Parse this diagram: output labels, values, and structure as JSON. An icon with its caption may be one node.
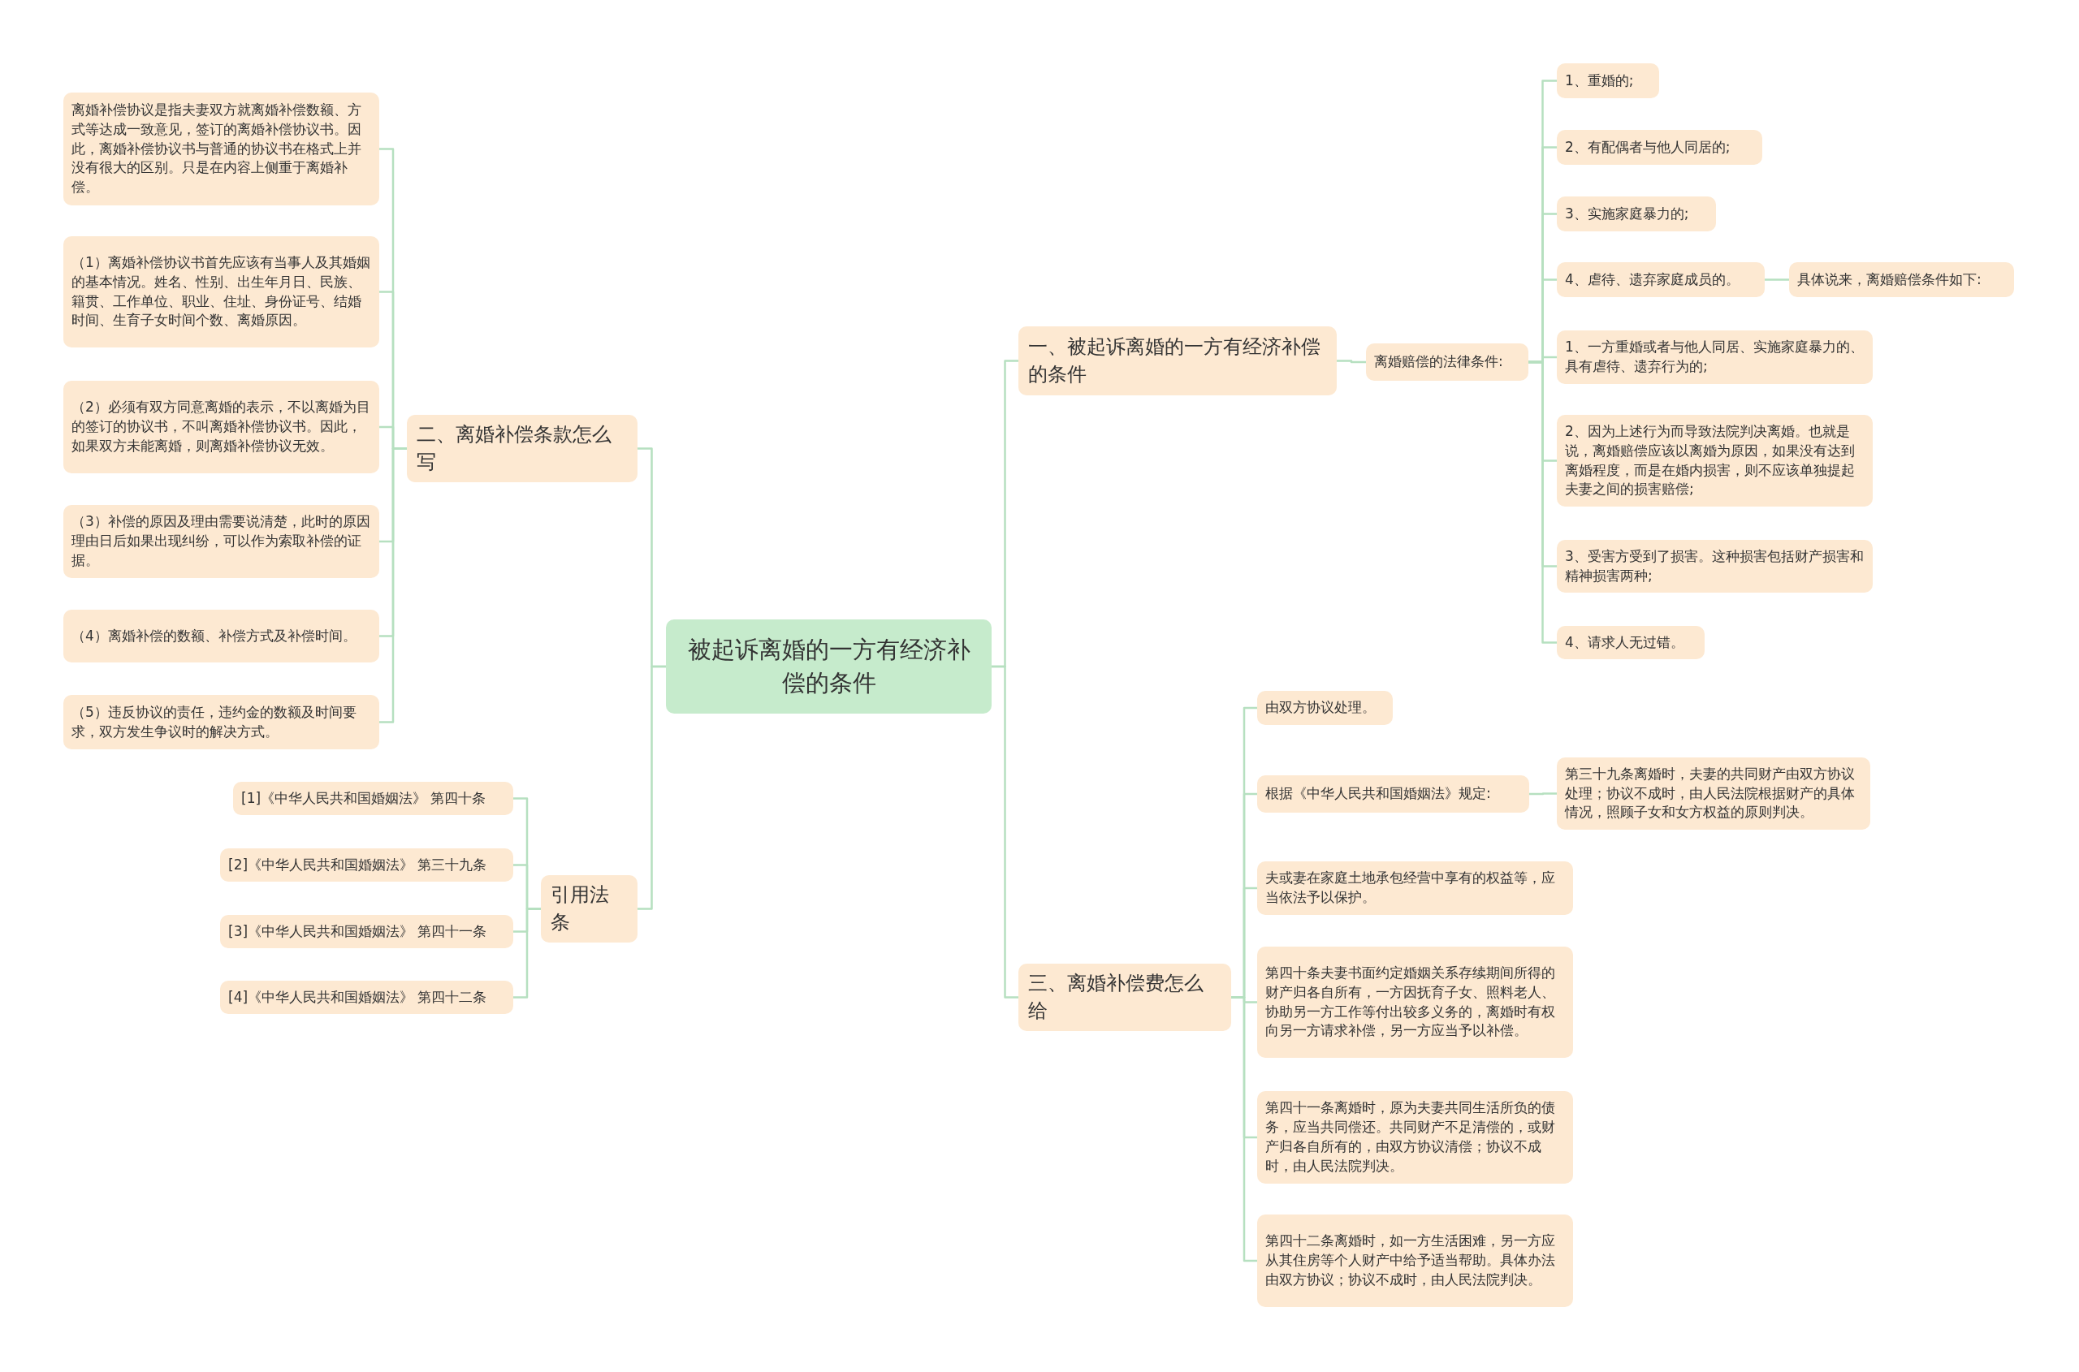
{
  "diagram": {
    "nodes": [
      {
        "text": [
          "被起诉离婚的一方有经济补偿的条件"
        ]
      },
      {
        "text": [
          "一、被起诉离婚的一方有经济补偿的条件"
        ]
      },
      {
        "text": [
          "离婚赔偿的法律条件:"
        ]
      },
      {
        "text": [
          "1、重婚的;"
        ]
      },
      {
        "text": [
          "2、有配偶者与他人同居的;"
        ]
      },
      {
        "text": [
          "3、实施家庭暴力的;"
        ]
      },
      {
        "text": [
          "4、虐待、遗弃家庭成员的。"
        ]
      },
      {
        "text": [
          "具体说来，离婚赔偿条件如下:"
        ]
      },
      {
        "text": [
          "1、一方重婚或者与他人同居、实施家庭暴力的、具有虐待、遗弃行为的;"
        ]
      },
      {
        "text": [
          "2、因为上述行为而导致法院判决离婚。也就是说，离婚赔偿应该以离婚为原因，如果没有达到离婚程度，而是在婚内损害，则不应该单独提起夫妻之间的损害赔偿;"
        ]
      },
      {
        "text": [
          "3、受害方受到了损害。这种损害包括财产损害和精神损害两种;"
        ]
      },
      {
        "text": [
          "4、请求人无过错。"
        ]
      },
      {
        "text": [
          "三、离婚补偿费怎么给"
        ]
      },
      {
        "text": [
          "由双方协议处理。"
        ]
      },
      {
        "text": [
          "根据《中华人民共和国婚姻法》规定:"
        ]
      },
      {
        "text": [
          "第三十九条离婚时，夫妻的共同财产由双方协议处理；协议不成时，由人民法院根据财产的具体情况，照顾子女和女方权益的原则判决。"
        ]
      },
      {
        "text": [
          "夫或妻在家庭土地承包经营中享有的权益等，应当依法予以保护。"
        ]
      },
      {
        "text": [
          "第四十条夫妻书面约定婚姻关系存续期间所得的财产归各自所有，一方因抚育子女、照料老人、协助另一方工作等付出较多义务的，离婚时有权向另一方请求补偿，另一方应当予以补偿。"
        ]
      },
      {
        "text": [
          "第四十一条离婚时，原为夫妻共同生活所负的债务，应当共同偿还。共同财产不足清偿的，或财产归各自所有的，由双方协议清偿；协议不成时，由人民法院判决。"
        ]
      },
      {
        "text": [
          "第四十二条离婚时，如一方生活困难，另一方应从其住房等个人财产中给予适当帮助。具体办法由双方协议；协议不成时，由人民法院判决。"
        ]
      },
      {
        "text": [
          "二、离婚补偿条款怎么写"
        ]
      },
      {
        "text": [
          "离婚补偿协议是指夫妻双方就离婚补偿数额、方式等达成一致意见，签订的离婚补偿协议书。因此，离婚补偿协议书与普通的协议书在格式上并没有很大的区别。只是在内容上侧重于离婚补偿。"
        ]
      },
      {
        "text": [
          "（1）离婚补偿协议书首先应该有当事人及其婚姻的基本情况。姓名、性别、出生年月日、民族、籍贯、工作单位、职业、住址、身份证号、结婚时间、生育子女时间个数、离婚原因。"
        ]
      },
      {
        "text": [
          "（2）必须有双方同意离婚的表示，不以离婚为目的签订的协议书，不叫离婚补偿协议书。因此，如果双方未能离婚，则离婚补偿协议无效。"
        ]
      },
      {
        "text": [
          "（3）补偿的原因及理由需要说清楚，此时的原因理由日后如果出现纠纷，可以作为索取补偿的证据。"
        ]
      },
      {
        "text": [
          "（4）离婚补偿的数额、补偿方式及补偿时间。"
        ]
      },
      {
        "text": [
          "（5）违反协议的责任，违约金的数额及时间要求，双方发生争议时的解决方式。"
        ]
      },
      {
        "text": [
          "引用法条"
        ]
      },
      {
        "text": [
          "[1]《中华人民共和国婚姻法》 第四十条"
        ]
      },
      {
        "text": [
          "[2]《中华人民共和国婚姻法》 第三十九条"
        ]
      },
      {
        "text": [
          "[3]《中华人民共和国婚姻法》 第四十一条"
        ]
      },
      {
        "text": [
          "[4]《中华人民共和国婚姻法》 第四十二条"
        ]
      }
    ],
    "edges": [
      {
        "from": 0,
        "to": 1,
        "arrow": "none"
      },
      {
        "from": 1,
        "to": 2,
        "arrow": "none"
      },
      {
        "from": 2,
        "to": 3,
        "arrow": "none"
      },
      {
        "from": 2,
        "to": 4,
        "arrow": "none"
      },
      {
        "from": 2,
        "to": 5,
        "arrow": "none"
      },
      {
        "from": 2,
        "to": 6,
        "arrow": "none"
      },
      {
        "from": 6,
        "to": 7,
        "arrow": "none"
      },
      {
        "from": 2,
        "to": 8,
        "arrow": "none"
      },
      {
        "from": 2,
        "to": 9,
        "arrow": "none"
      },
      {
        "from": 2,
        "to": 10,
        "arrow": "none"
      },
      {
        "from": 2,
        "to": 11,
        "arrow": "none"
      },
      {
        "from": 0,
        "to": 12,
        "arrow": "none"
      },
      {
        "from": 12,
        "to": 13,
        "arrow": "none"
      },
      {
        "from": 12,
        "to": 14,
        "arrow": "none"
      },
      {
        "from": 14,
        "to": 15,
        "arrow": "none"
      },
      {
        "from": 12,
        "to": 16,
        "arrow": "none"
      },
      {
        "from": 12,
        "to": 17,
        "arrow": "none"
      },
      {
        "from": 12,
        "to": 18,
        "arrow": "none"
      },
      {
        "from": 12,
        "to": 19,
        "arrow": "none"
      },
      {
        "from": 0,
        "to": 20,
        "arrow": "none"
      },
      {
        "from": 20,
        "to": 21,
        "arrow": "none"
      },
      {
        "from": 20,
        "to": 22,
        "arrow": "none"
      },
      {
        "from": 20,
        "to": 23,
        "arrow": "none"
      },
      {
        "from": 20,
        "to": 24,
        "arrow": "none"
      },
      {
        "from": 20,
        "to": 25,
        "arrow": "none"
      },
      {
        "from": 20,
        "to": 26,
        "arrow": "none"
      },
      {
        "from": 0,
        "to": 27,
        "arrow": "none"
      },
      {
        "from": 27,
        "to": 28,
        "arrow": "none"
      },
      {
        "from": 27,
        "to": 29,
        "arrow": "none"
      },
      {
        "from": 27,
        "to": 30,
        "arrow": "none"
      },
      {
        "from": 27,
        "to": 31,
        "arrow": "none"
      }
    ]
  }
}
